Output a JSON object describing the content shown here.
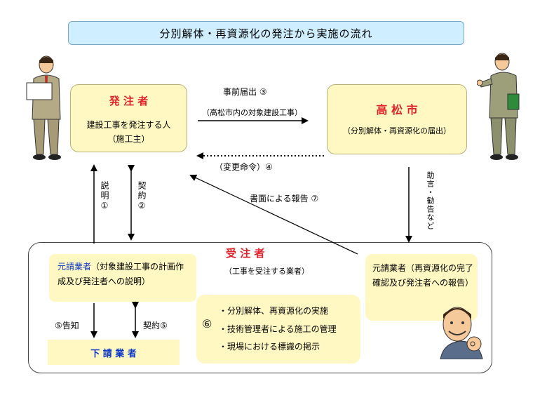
{
  "title": "分別解体・再資源化の発注から実施の流れ",
  "orderer": {
    "name": "発 注 者",
    "desc": "建設工事を発注する人",
    "sub": "（施工主）"
  },
  "city": {
    "name": "高 松 市",
    "desc": "（分別解体・再資源化の届出）"
  },
  "contractor": {
    "name": "受 注 者",
    "desc": "（工事を受注する業者）"
  },
  "prime_plan": {
    "label": "元請業者",
    "text": "（対象建設工事の計画作成及び発注者への説明）"
  },
  "prime_report": {
    "label": "元請業者",
    "text": "（再資源化の完了確認及び発注者への報告）"
  },
  "subcontractor": {
    "name": "下 請 業 者"
  },
  "tasks": {
    "number": "⑥",
    "items": [
      "・分別解体、再資源化の実施",
      "・技術管理者による施工の管理",
      "・現場における標識の掲示"
    ]
  },
  "arrows": {
    "notice": "事前届出 ③",
    "notice_sub": "（高松市内の対象建設工事）",
    "change": "（変更命令）④",
    "report": "書面による報告 ⑦",
    "explain": "説明①",
    "contract2": "契約②",
    "advice": "助言・勧告など",
    "notify5": "⑤告知",
    "contract5": "契約⑤"
  },
  "colors": {
    "title_bg": "#cfeeff",
    "box_bg": "#fff8c2",
    "accent_red": "#e0222a",
    "accent_blue": "#0b35c9"
  },
  "icons": [
    "businessman-with-sign-figure",
    "businessman-greeting-figure",
    "smiling-man-ok-sign-figure"
  ]
}
